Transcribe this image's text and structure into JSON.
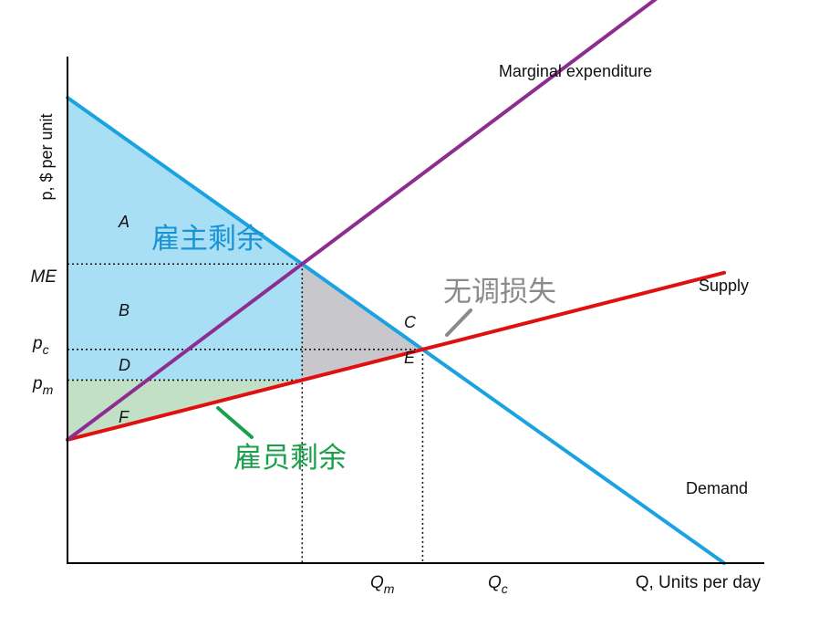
{
  "chart_data": {
    "type": "line",
    "title": "",
    "ylabel": "p, $ per unit",
    "xlabel": "Q, Units per day",
    "x_ticks": [
      {
        "main": "Q",
        "sub": "m"
      },
      {
        "main": "Q",
        "sub": "c"
      }
    ],
    "y_ticks": [
      {
        "main": "ME",
        "sub": ""
      },
      {
        "main": "p",
        "sub": "c"
      },
      {
        "main": "p",
        "sub": "m"
      }
    ],
    "series": [
      {
        "name": "Demand",
        "color": "#1aa3e0",
        "x": [
          0,
          100
        ],
        "y": [
          100,
          -17
        ]
      },
      {
        "name": "Supply",
        "color": "#e01010",
        "x": [
          0,
          100
        ],
        "y": [
          14,
          56
        ]
      },
      {
        "name": "Marginal expenditure",
        "color": "#8e2d91",
        "x": [
          0,
          93
        ],
        "y": [
          14,
          129
        ]
      }
    ],
    "areas": [
      {
        "label": "A",
        "color": "#a8dff5"
      },
      {
        "label": "B",
        "color": "#a8dff5"
      },
      {
        "label": "C",
        "color": "#c8c8cc"
      },
      {
        "label": "D",
        "color": "#a8dff5"
      },
      {
        "label": "E",
        "color": "#c8c8cc"
      },
      {
        "label": "F",
        "color": "#c2e0c6"
      }
    ],
    "annotations": [
      {
        "text": "雇主剩余",
        "color": "#1a93d6"
      },
      {
        "text": "无调损失",
        "color": "#8a8a8a"
      },
      {
        "text": "雇员剩余",
        "color": "#1aa04a"
      }
    ],
    "grid": false
  }
}
